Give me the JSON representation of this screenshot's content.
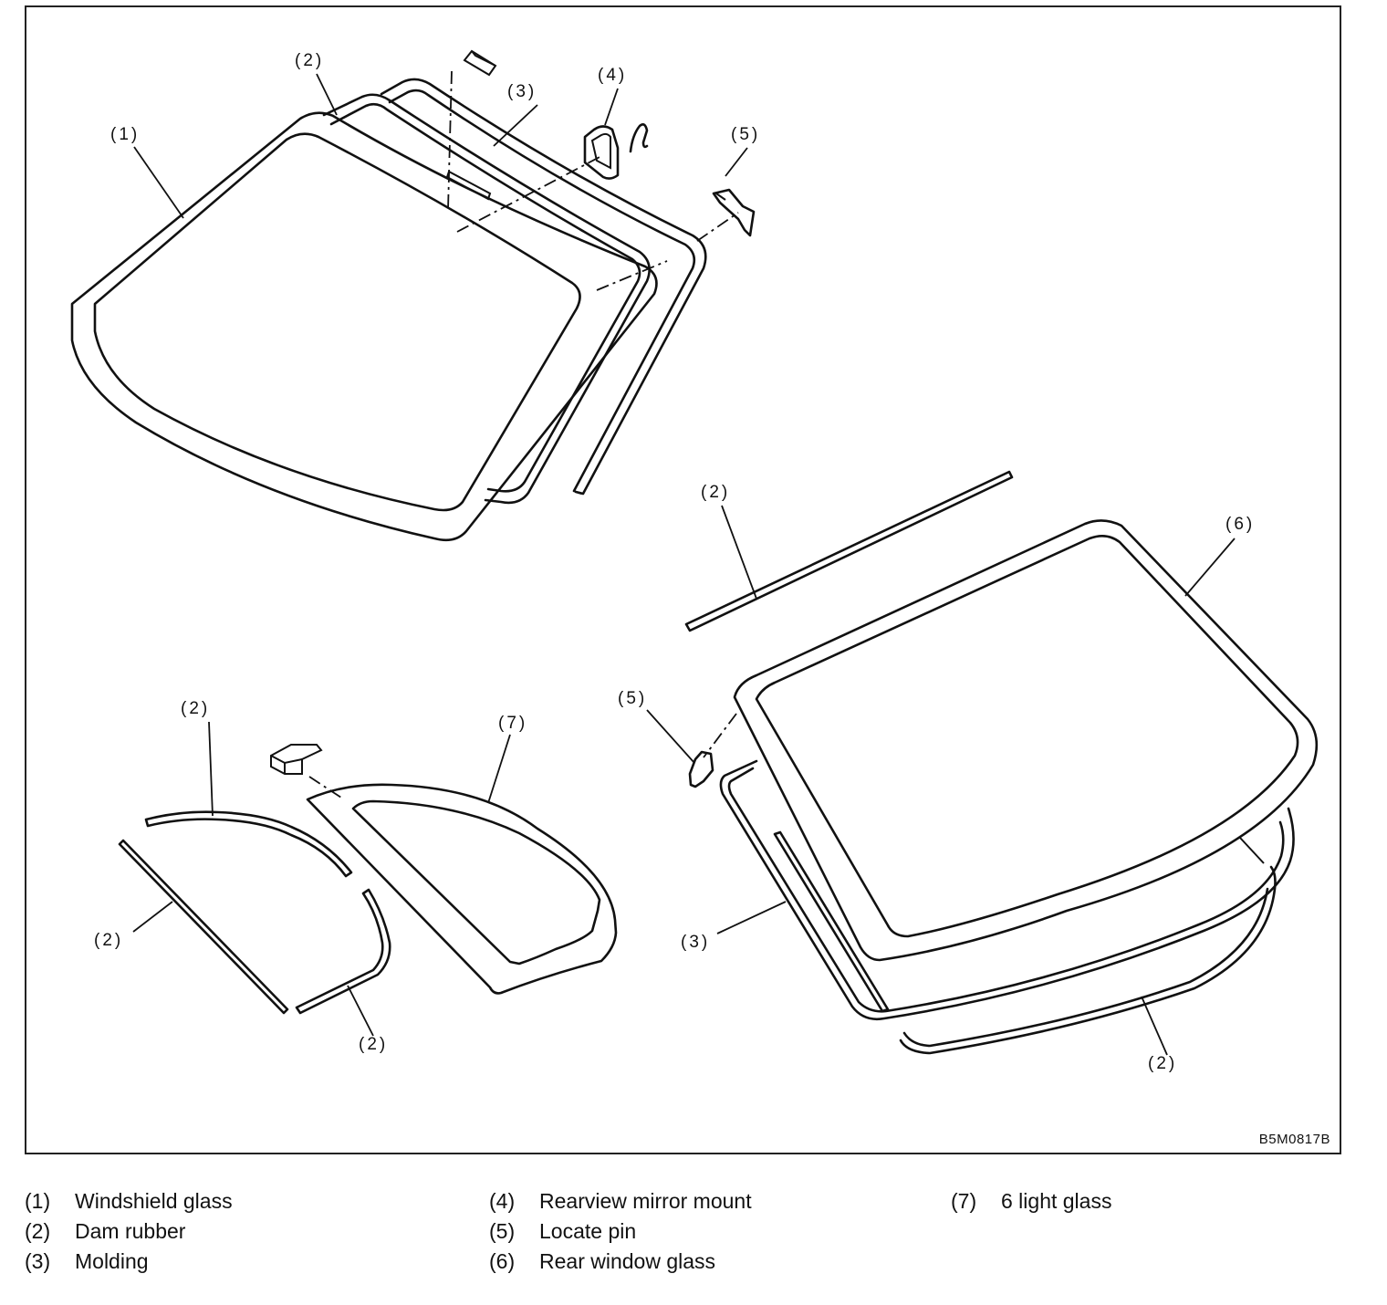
{
  "figure": {
    "code": "B5M0817B",
    "callouts": {
      "c1": "(1)",
      "c2a": "(2)",
      "c3a": "(3)",
      "c4": "(4)",
      "c5a": "(5)",
      "c2b": "(2)",
      "c6": "(6)",
      "c2c": "(2)",
      "c7": "(7)",
      "c5b": "(5)",
      "c2d": "(2)",
      "c2e": "(2)",
      "c3b": "(3)",
      "c2f": "(2)"
    }
  },
  "legend": {
    "items": [
      {
        "num": "(1)",
        "label": "Windshield glass"
      },
      {
        "num": "(2)",
        "label": "Dam rubber"
      },
      {
        "num": "(3)",
        "label": "Molding"
      },
      {
        "num": "(4)",
        "label": "Rearview mirror mount"
      },
      {
        "num": "(5)",
        "label": "Locate pin"
      },
      {
        "num": "(6)",
        "label": "Rear window glass"
      },
      {
        "num": "(7)",
        "label": "6 light glass"
      }
    ]
  }
}
